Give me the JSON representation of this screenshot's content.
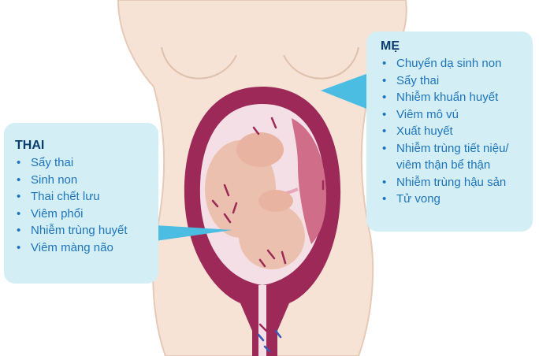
{
  "mother": {
    "title": "MẸ",
    "items": [
      "Chuyển dạ sinh non",
      "Sẩy thai",
      "Nhiễm khuẩn huyết",
      "Viêm mô vú",
      "Xuất huyết",
      "Nhiễm trùng tiết niệu/",
      "viêm thận bể thận",
      "Nhiễm trùng hậu sản",
      "Tử vong"
    ],
    "bullet_rows": [
      true,
      true,
      true,
      true,
      true,
      true,
      false,
      true,
      true
    ]
  },
  "fetus": {
    "title": "THAI",
    "items": [
      "Sẩy thai",
      "Sinh non",
      "Thai chết lưu",
      "Viêm phổi",
      "Nhiễm trùng huyết",
      "Viêm màng não"
    ]
  },
  "colors": {
    "callout_bg": "#d3eef4",
    "title_text": "#0a3c6e",
    "item_text": "#1d74ba",
    "pointer": "#4bbde3",
    "skin": "#f6e3d6",
    "uterus": "#9c2957",
    "fetus": "#ecc0ae",
    "placenta": "#d06e8a"
  },
  "bullet_glyph": "•"
}
